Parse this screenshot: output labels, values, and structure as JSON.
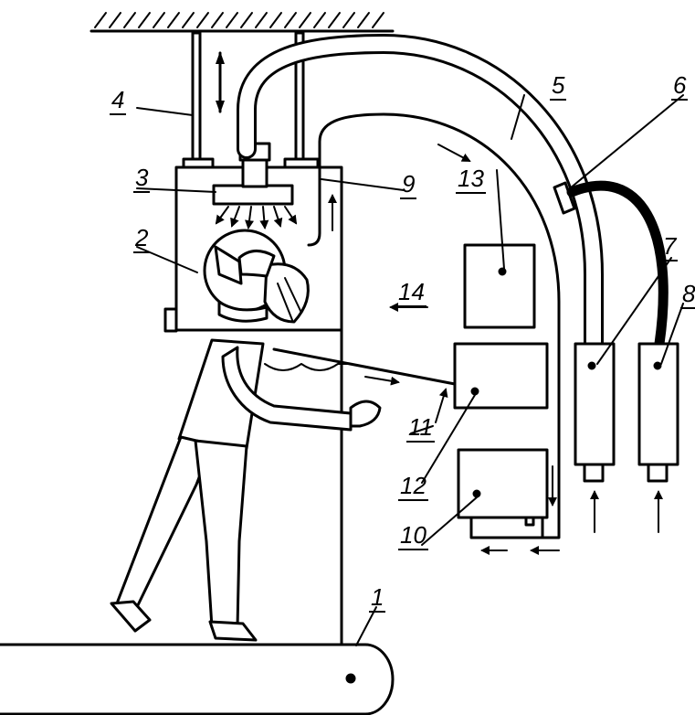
{
  "labels": {
    "l1": "1",
    "l2": "2",
    "l3": "3",
    "l4": "4",
    "l5": "5",
    "l6": "6",
    "l7": "7",
    "l8": "8",
    "l9": "9",
    "l10": "10",
    "l11": "11",
    "l12": "12",
    "l13": "13",
    "l14": "14"
  },
  "colors": {
    "ink": "#000000",
    "paper": "#ffffff"
  },
  "icons": {
    "arrow": "arrow-icon",
    "double_arrow": "double-arrow-icon",
    "ceiling_hatch": "ceiling-hatch-icon"
  }
}
